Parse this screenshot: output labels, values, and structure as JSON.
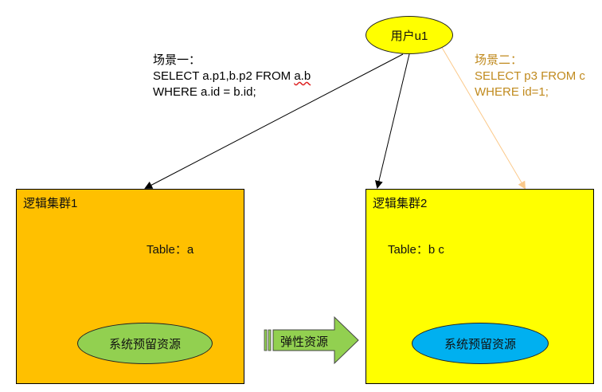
{
  "user_node": {
    "label": "用户u1",
    "color": "#ffff00"
  },
  "scenario1": {
    "title": "场景一：",
    "sql_line1_prefix": "SELECT a.p1,b.p2 FROM ",
    "sql_line1_flagged": "a.b",
    "sql_line2": "WHERE a.id = b.id;",
    "color": "#000000"
  },
  "scenario2": {
    "title": "场景二：",
    "sql_line1": "SELECT p3 FROM c",
    "sql_line2": "WHERE id=1;",
    "color": "#c08a1e"
  },
  "cluster1": {
    "title": "逻辑集群1",
    "table_label": "Table：a",
    "color": "#ffc000",
    "reserved": {
      "label": "系统预留资源",
      "color": "#92d050"
    }
  },
  "cluster2": {
    "title": "逻辑集群2",
    "table_label": "Table：b c",
    "color": "#ffff00",
    "reserved": {
      "label": "系统预留资源",
      "color": "#00b0f0"
    }
  },
  "elastic_arrow": {
    "label": "弹性资源",
    "color": "#92d050"
  },
  "connectors": [
    {
      "from": "user_node",
      "to": "cluster1",
      "style": "solid",
      "color": "#000000"
    },
    {
      "from": "user_node",
      "to": "cluster2",
      "style": "solid",
      "color": "#000000"
    },
    {
      "from": "user_node",
      "to": "cluster2",
      "style": "solid",
      "color": "#fbc98a",
      "label_ref": "scenario2"
    }
  ]
}
